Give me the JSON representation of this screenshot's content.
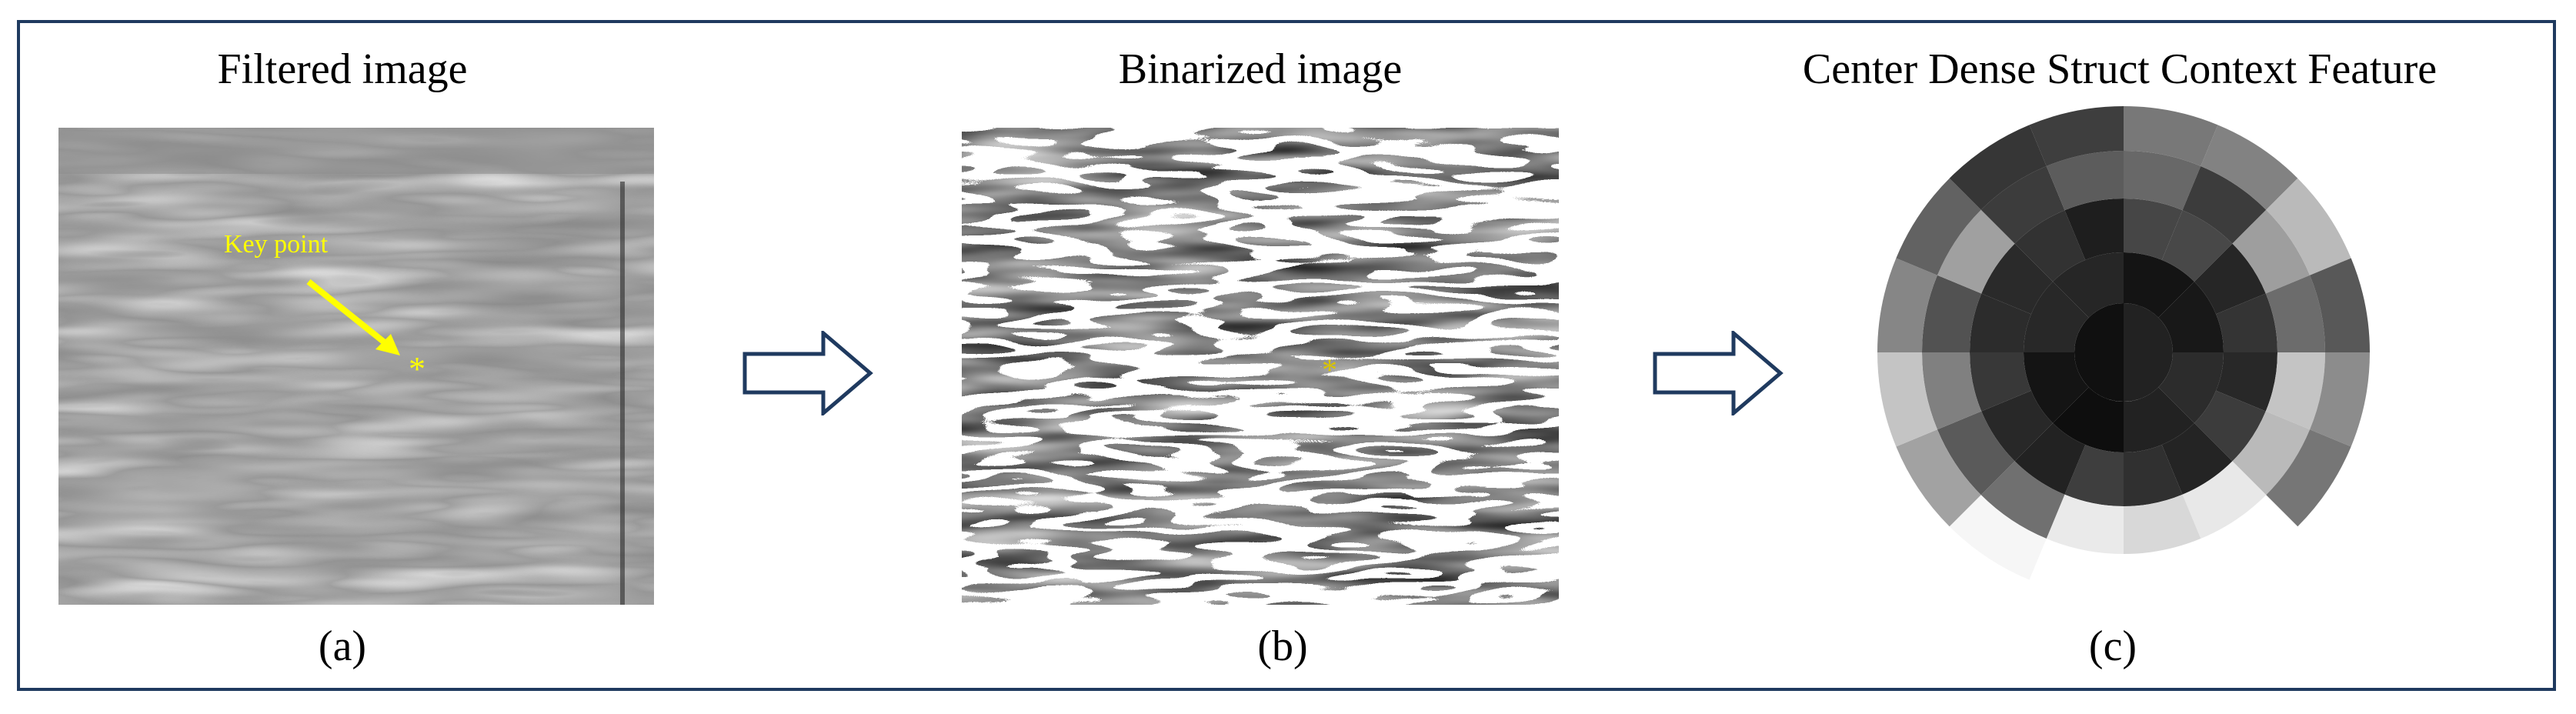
{
  "panels": [
    {
      "title": "Filtered image",
      "caption": "(a)"
    },
    {
      "title": "Binarized image",
      "caption": "(b)"
    },
    {
      "title": "Center Dense Struct Context Feature",
      "caption": "(c)"
    }
  ],
  "annotation": {
    "label": "Key point",
    "marker": "*"
  },
  "colors": {
    "frame": "#1f3a5f",
    "highlight": "#ffff00",
    "arrow_stroke": "#1f3a5f"
  },
  "feature_rings": [
    [
      34,
      16
    ],
    [
      20,
      24,
      44,
      34,
      14,
      20,
      40,
      38
    ],
    [
      70,
      72,
      38,
      52,
      40,
      60,
      36,
      48,
      62,
      34,
      40,
      56,
      44,
      42,
      50,
      30
    ],
    [
      104,
      60,
      158,
      108,
      196,
      186,
      232,
      216,
      234,
      112,
      90,
      128,
      82,
      160,
      60,
      92
    ],
    [
      120,
      130,
      186,
      88,
      140,
      118,
      122,
      210,
      242,
      246,
      162,
      196,
      134,
      98,
      54,
      62
    ]
  ],
  "feature_ring_coverage": [
    [
      1,
      1
    ],
    [
      1,
      1,
      1,
      1,
      1,
      1,
      1,
      1
    ],
    [
      1,
      1,
      1,
      1,
      1,
      1,
      1,
      1,
      1,
      1,
      1,
      1,
      1,
      1,
      1,
      1
    ],
    [
      1,
      1,
      1,
      1,
      1,
      1,
      1,
      1,
      1,
      1,
      1,
      1,
      1,
      1,
      1,
      1
    ],
    [
      1,
      1,
      1,
      1,
      1,
      1,
      0,
      0,
      0,
      1,
      1,
      1,
      1,
      1,
      1,
      1
    ]
  ]
}
